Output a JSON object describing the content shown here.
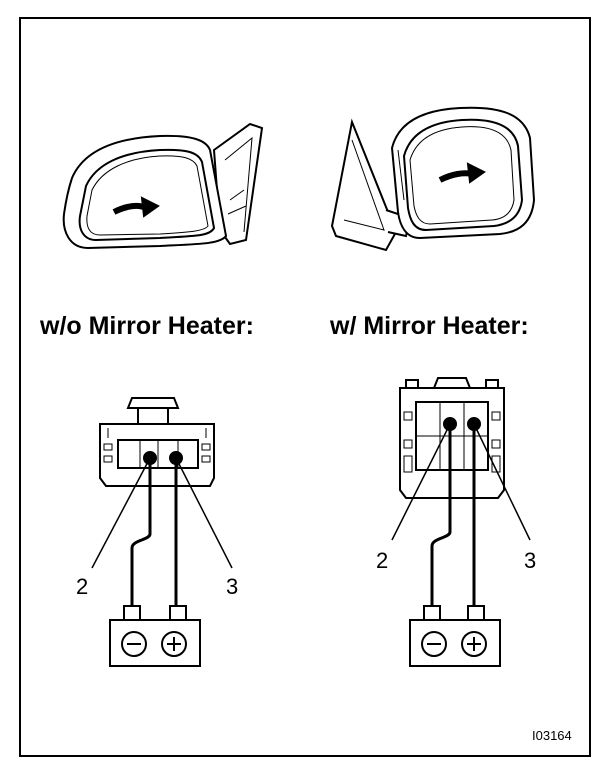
{
  "labels": {
    "without_heater": "w/o Mirror Heater:",
    "with_heater": "w/ Mirror Heater:"
  },
  "pins": {
    "left_a": "2",
    "left_b": "3",
    "right_a": "2",
    "right_b": "3"
  },
  "battery_symbols": {
    "negative": "−",
    "positive": "+"
  },
  "figure_id": "I03164",
  "colors": {
    "ink": "#000000",
    "paper": "#ffffff"
  }
}
